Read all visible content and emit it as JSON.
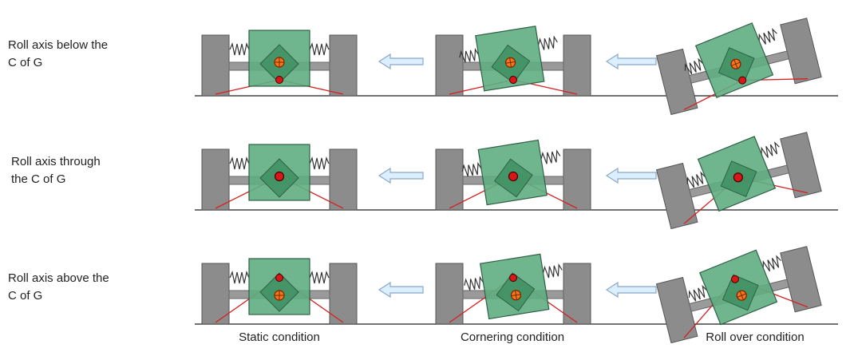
{
  "row_labels": [
    [
      "Roll axis below the",
      "C of G"
    ],
    [
      "Roll axis through",
      "the C of G"
    ],
    [
      "Roll axis above the",
      "C of G"
    ]
  ],
  "column_captions": [
    "Static condition",
    "Cornering condition",
    "Roll over condition"
  ],
  "colors": {
    "wheel": "#8c8c8c",
    "body": "#5fae82",
    "body_dark": "#3f8f62",
    "axle": "#9a9a9a",
    "roll_line": "#d62020",
    "roll_point": "#d81818",
    "cog_fill": "#f07a1a",
    "arrow_fill": "#dcefff",
    "arrow_stroke": "#8aa8c8",
    "ground": "#444444"
  }
}
